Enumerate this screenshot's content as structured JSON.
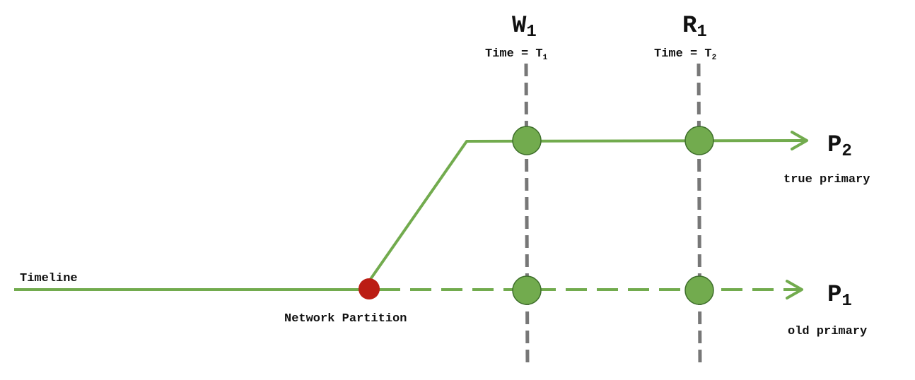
{
  "colors": {
    "timeline": "#72ab4e",
    "node_fill": "#72ab4e",
    "node_stroke": "#3d6e2a",
    "partition_fill": "#bb1d14",
    "guide": "#777777",
    "text": "#111111"
  },
  "labels": {
    "timeline": "Timeline",
    "network_partition": "Network Partition",
    "write": {
      "letter": "W",
      "index": "1",
      "time_prefix": "Time = T",
      "time_index": "1"
    },
    "read": {
      "letter": "R",
      "index": "1",
      "time_prefix": "Time = T",
      "time_index": "2"
    },
    "p2": {
      "letter": "P",
      "index": "2",
      "role": "true primary"
    },
    "p1": {
      "letter": "P",
      "index": "1",
      "role": "old primary"
    }
  }
}
